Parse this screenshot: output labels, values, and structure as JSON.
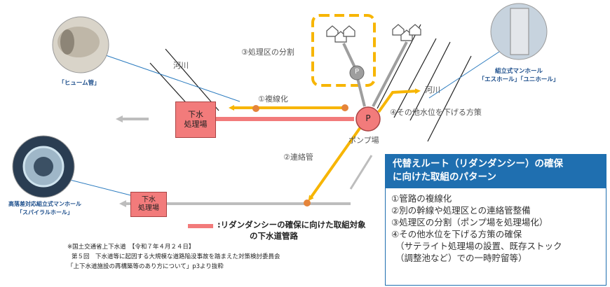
{
  "labels": {
    "river_1": "河川",
    "river_2": "河川",
    "item_redundant": "①複線化",
    "item_connect": "②連絡管",
    "item_divide": "③処理区の分割",
    "item_other": "④その他水位を下げる方策",
    "pump_station": "ポンプ場",
    "pump_badge": "P",
    "small_pump_badge": "P"
  },
  "boxes": {
    "plant_main": [
      "下水",
      "処理場"
    ],
    "plant_sub": [
      "下水",
      "処理場"
    ]
  },
  "photos": {
    "hume": "「ヒューム管」",
    "assembled_title": "組立式マンホール",
    "assembled_names": "「エスホール」「ユニホール」",
    "spiral_title": "高落差対応組立式マンホール",
    "spiral_name": "「スパイラルホール」"
  },
  "panel": {
    "title_line1": "代替えルート（リダンダンシー）の確保",
    "title_line2": "に向けた取組のパターン",
    "items": [
      "①管路の複線化",
      "②別の幹線や処理区との連絡管整備",
      "③処理区の分割（ポンプ場を処理場化）",
      "④その他水位を下げる方策の確保",
      "（サテライト処理場の設置、既存ストック",
      "（調整池など）での一時貯留等）"
    ]
  },
  "legend": {
    "line1": ":リダンダンシーの確保に向けた取組対象",
    "line2": "の下水道管路"
  },
  "source": {
    "line1": "※国土交通省上下水道　【令和７年４月２４日】",
    "line2": "第５回　下水道等に起因する大規模な道路陥没事故を踏まえた対策検討委員会",
    "line3": "「上下水道施設の再構築等のあり方について」p3より抜粋"
  },
  "colors": {
    "arrow": "#f7b500",
    "pipe_red": "#f27b7b",
    "gray_pipe": "#bdbdbd",
    "pump": "#f27b7b",
    "panel_blue": "#1f6fb0",
    "dashed_frame": "#f7b500"
  }
}
